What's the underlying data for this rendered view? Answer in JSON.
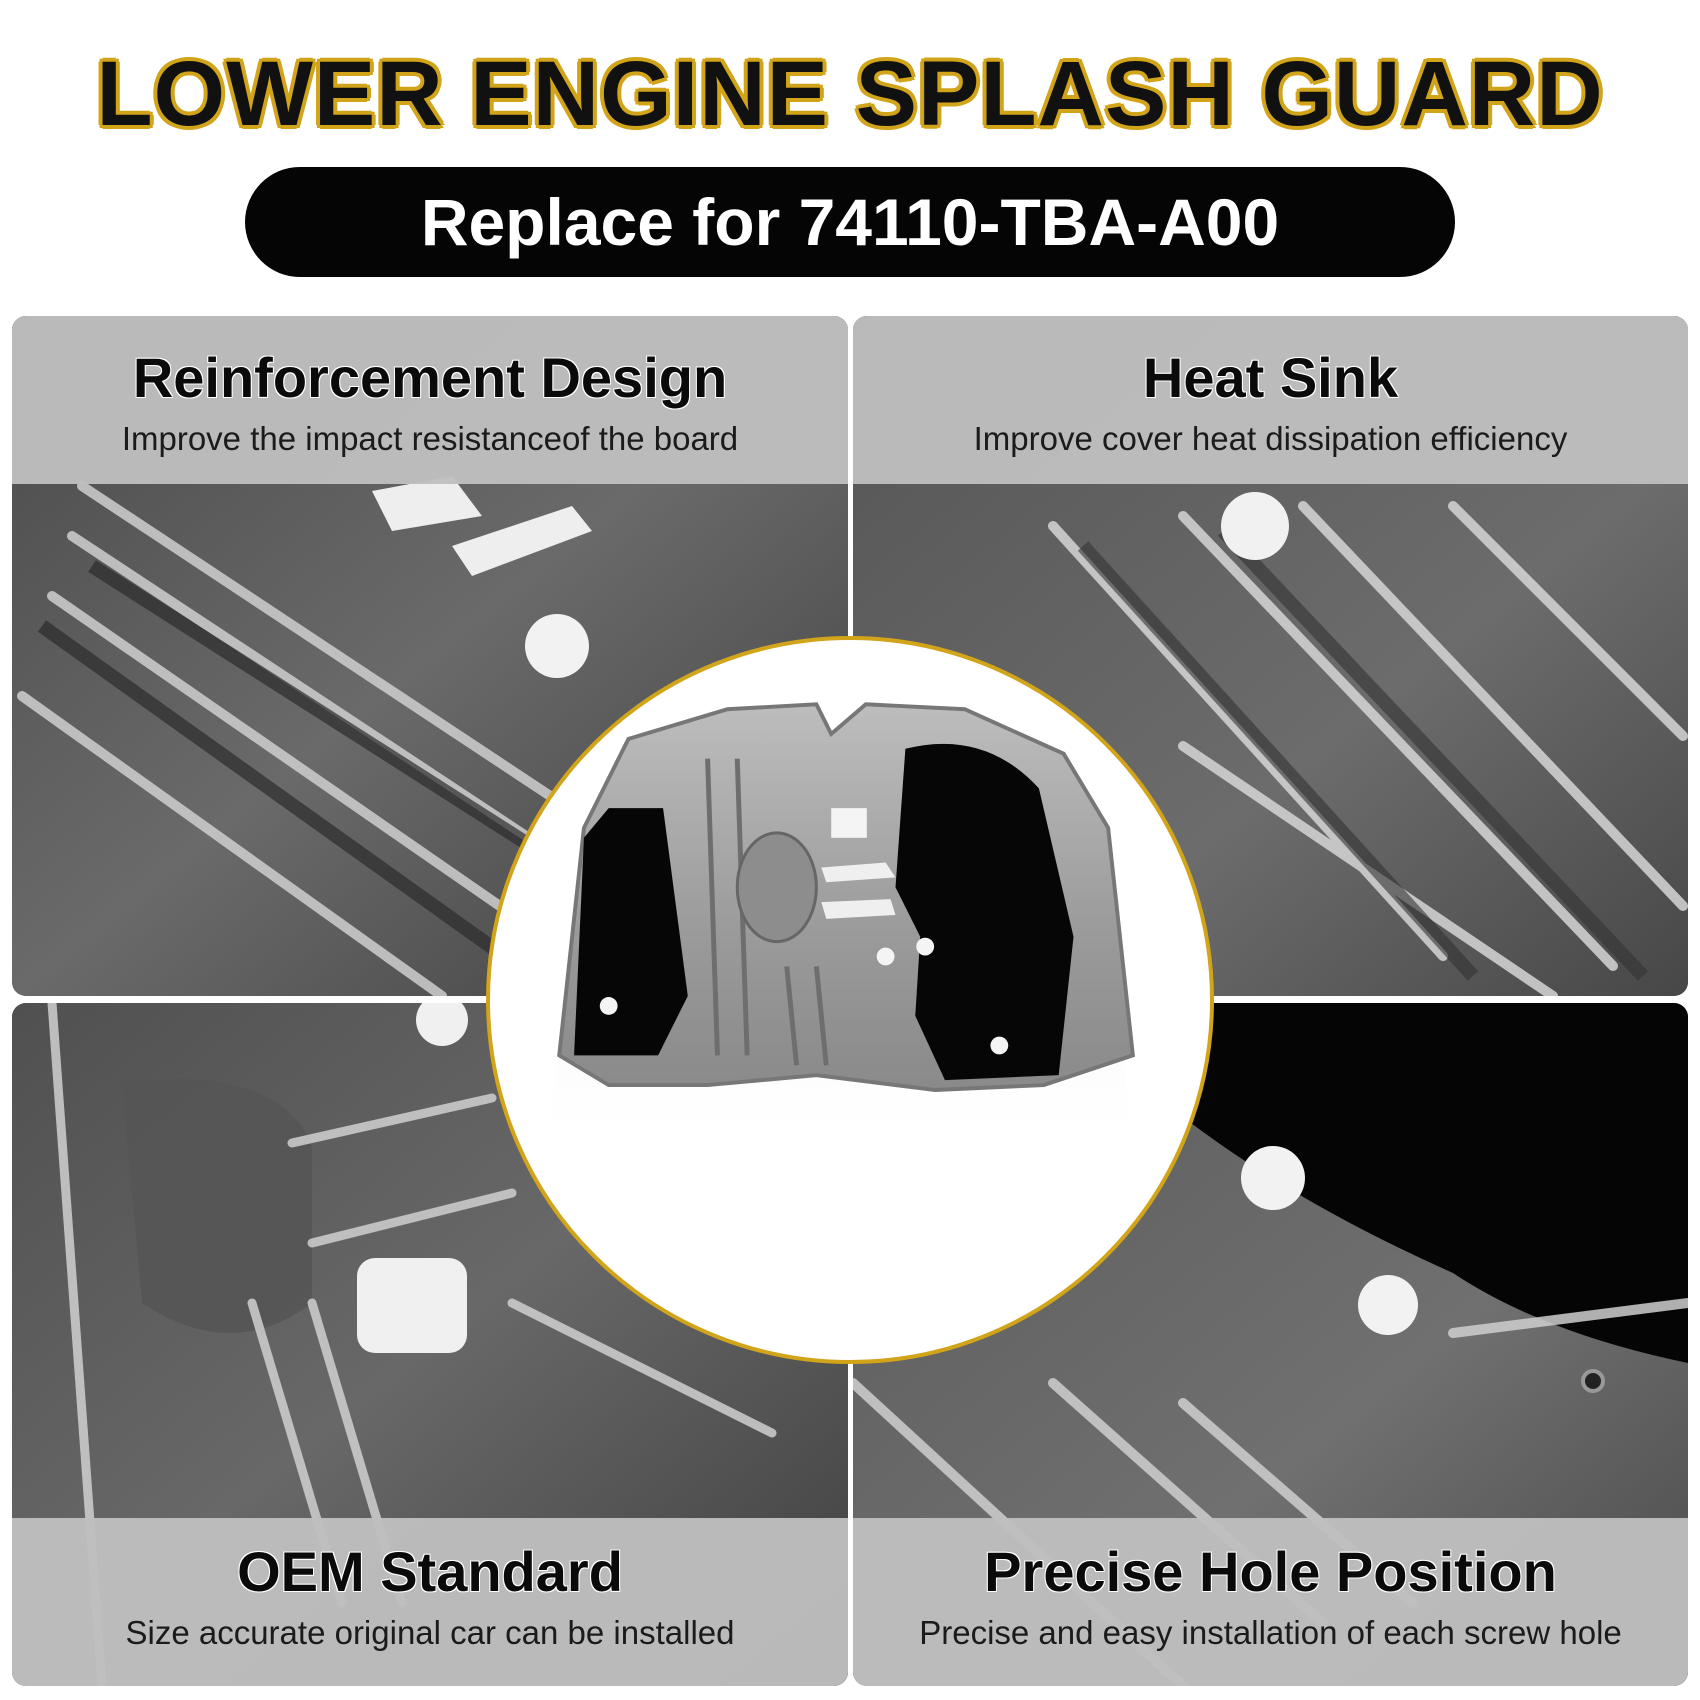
{
  "header": {
    "title": "LOWER ENGINE SPLASH GUARD",
    "subtitle": "Replace for 74110-TBA-A00"
  },
  "features": [
    {
      "heading": "Reinforcement Design",
      "text": "Improve the impact resistanceof the board"
    },
    {
      "heading": "Heat Sink",
      "text": "Improve cover heat dissipation efficiency"
    },
    {
      "heading": "OEM Standard",
      "text": "Size accurate original car can be installed"
    },
    {
      "heading": "Precise Hole Position",
      "text": "Precise and easy installation of each screw hole"
    }
  ],
  "colors": {
    "accent": "#d1a41a",
    "pill": "#050505",
    "caption_bg": "#bebebe"
  }
}
